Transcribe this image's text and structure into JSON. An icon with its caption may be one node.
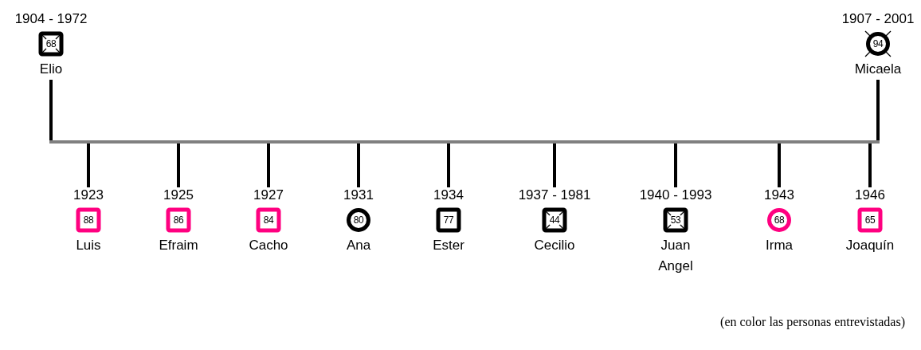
{
  "diagram": {
    "nodes": [
      {
        "text": [
          "68"
        ],
        "beside": [
          "1904 - 1972",
          "Elio"
        ]
      },
      {
        "text": [
          "94"
        ],
        "beside": [
          "1907 - 2001",
          "Micaela"
        ]
      },
      {
        "text": [],
        "shape": "bar"
      },
      {
        "text": [
          "88"
        ],
        "beside": [
          "1923",
          "Luis"
        ]
      },
      {
        "text": [
          "86"
        ],
        "beside": [
          "1925",
          "Efraim"
        ]
      },
      {
        "text": [
          "84"
        ],
        "beside": [
          "1927",
          "Cacho"
        ]
      },
      {
        "text": [
          "80"
        ],
        "beside": [
          "1931",
          "Ana"
        ]
      },
      {
        "text": [
          "77"
        ],
        "beside": [
          "1934",
          "Ester"
        ]
      },
      {
        "text": [
          "44"
        ],
        "beside": [
          "1937 - 1981",
          "Cecilio"
        ]
      },
      {
        "text": [
          "53"
        ],
        "beside": [
          "1940 - 1993",
          "Juan Angel"
        ]
      },
      {
        "text": [
          "68"
        ],
        "beside": [
          "1943",
          "Irma"
        ]
      },
      {
        "text": [
          "65"
        ],
        "beside": [
          "1946",
          "Joaquín"
        ]
      }
    ],
    "edges": [
      {
        "from": 0,
        "to": 2,
        "arrow": "none"
      },
      {
        "from": 1,
        "to": 2,
        "arrow": "none"
      },
      {
        "from": 2,
        "to": 3,
        "arrow": "none"
      },
      {
        "from": 2,
        "to": 4,
        "arrow": "none"
      },
      {
        "from": 2,
        "to": 5,
        "arrow": "none"
      },
      {
        "from": 2,
        "to": 6,
        "arrow": "none"
      },
      {
        "from": 2,
        "to": 7,
        "arrow": "none"
      },
      {
        "from": 2,
        "to": 8,
        "arrow": "none"
      },
      {
        "from": 2,
        "to": 9,
        "arrow": "none"
      },
      {
        "from": 2,
        "to": 10,
        "arrow": "none"
      },
      {
        "from": 2,
        "to": 11,
        "arrow": "none"
      }
    ],
    "caption": "(en color las personas entrevistadas)"
  }
}
